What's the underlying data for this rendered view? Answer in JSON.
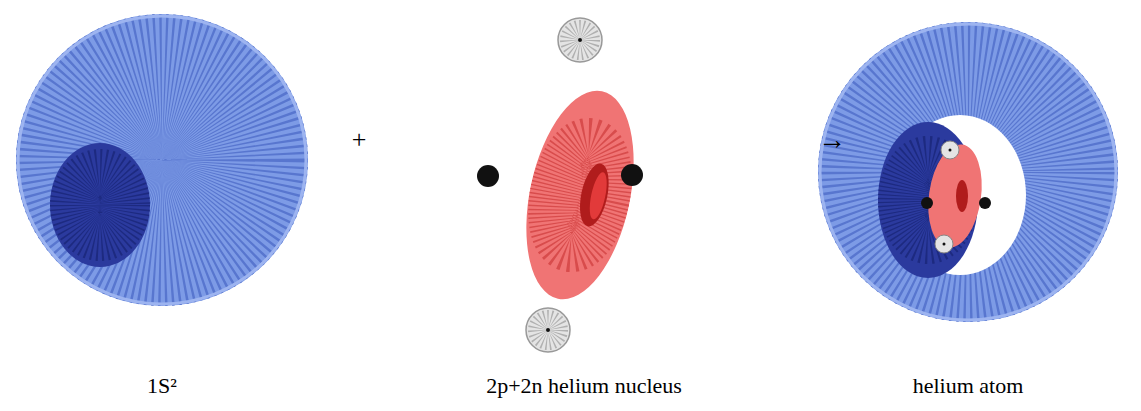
{
  "diagram": {
    "labels": [
      "+",
      "→",
      "1S²",
      "2p+2n helium nucleus",
      "helium atom"
    ]
  }
}
